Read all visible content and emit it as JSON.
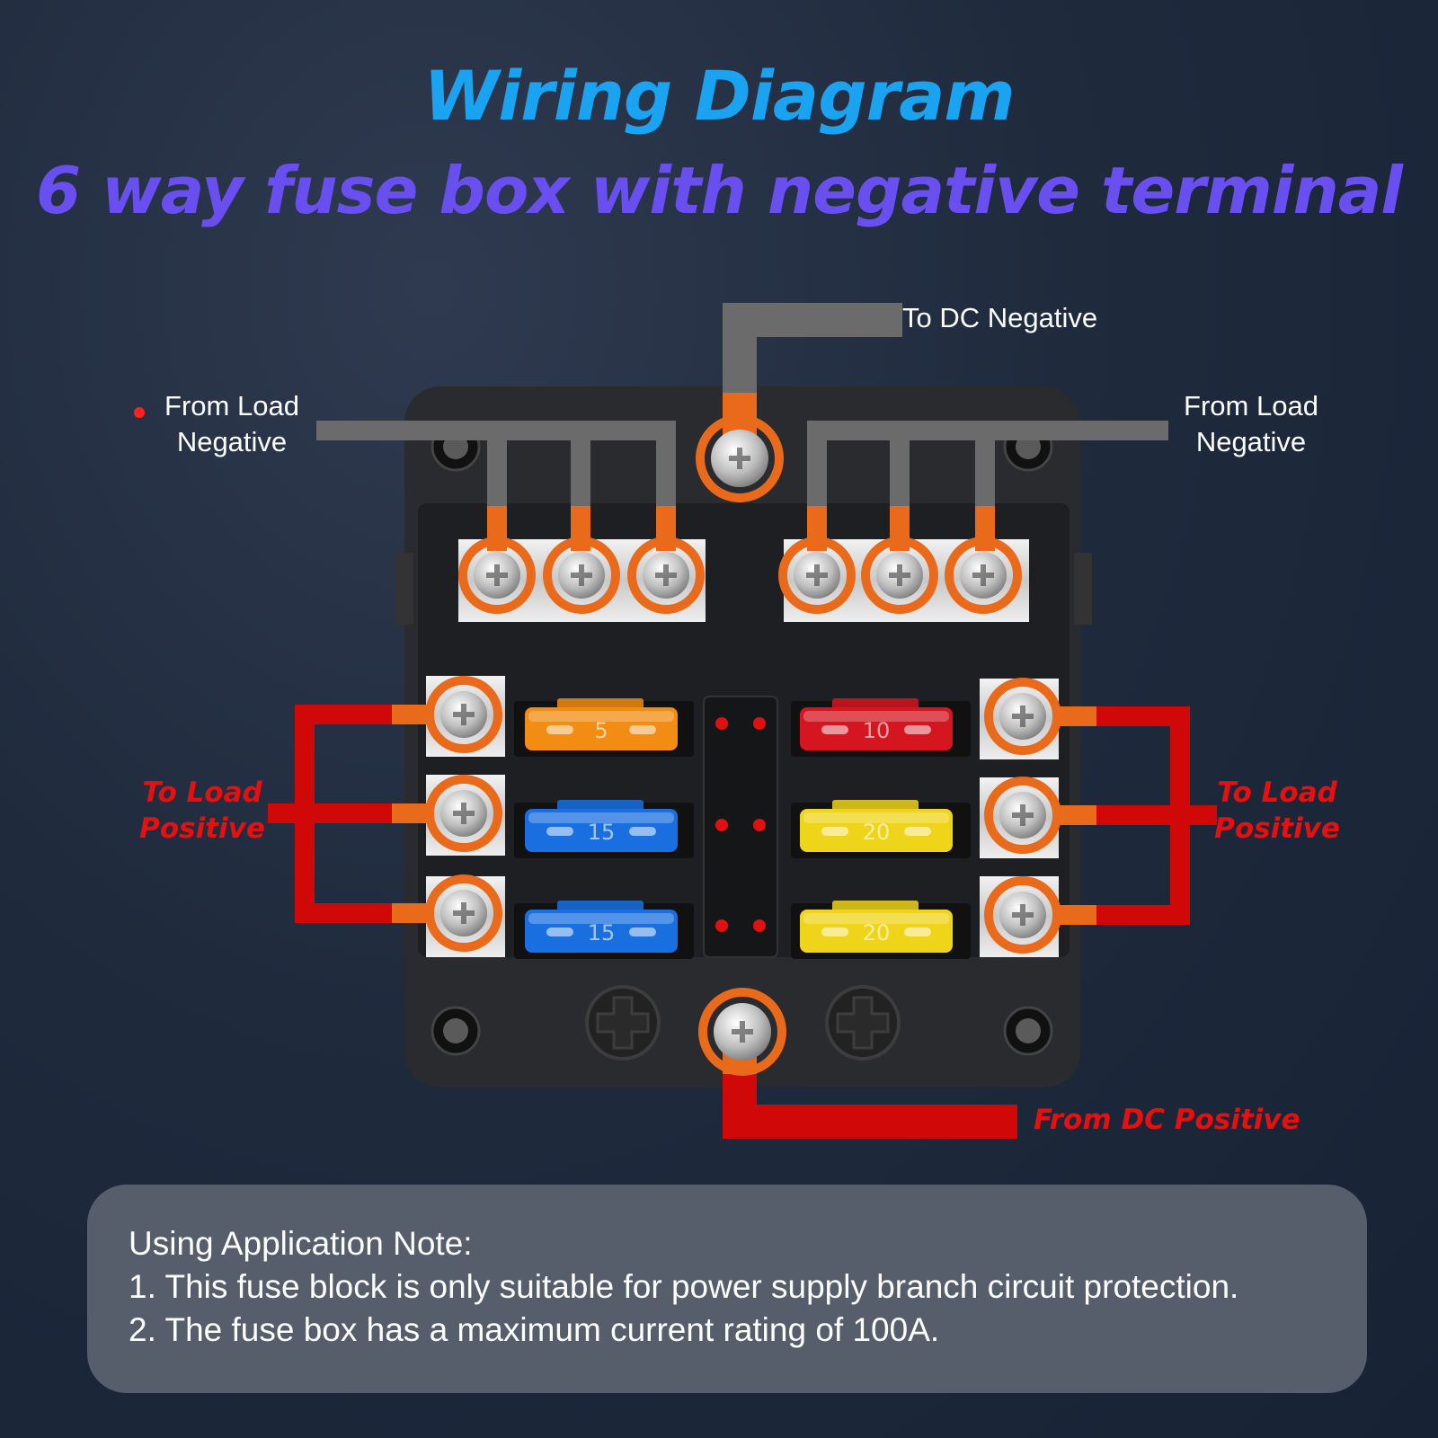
{
  "header": {
    "title": "Wiring Diagram",
    "subtitle": "6 way fuse box with negative terminal"
  },
  "labels": {
    "to_dc_negative": "To DC Negative",
    "from_load_negative_left": [
      "From Load",
      "Negative"
    ],
    "from_load_negative_right": [
      "From Load",
      "Negative"
    ],
    "to_load_positive_left": [
      "To Load",
      "Positive"
    ],
    "to_load_positive_right": [
      "To Load",
      "Positive"
    ],
    "from_dc_positive": "From DC Positive"
  },
  "fuses": {
    "left": [
      {
        "rating": "5",
        "color": "#f28c12"
      },
      {
        "rating": "15",
        "color": "#1a6fe0"
      },
      {
        "rating": "15",
        "color": "#1a6fe0"
      }
    ],
    "right": [
      {
        "rating": "10",
        "color": "#d51520"
      },
      {
        "rating": "20",
        "color": "#efd51a"
      },
      {
        "rating": "20",
        "color": "#efd51a"
      }
    ]
  },
  "colors": {
    "negative_wire": "#6b6b6b",
    "positive_wire": "#d00808",
    "terminal_ring": "#ea6a1c",
    "title": "#1aa3f0",
    "subtitle": "#6a4ff0"
  },
  "note": {
    "heading": "Using Application Note:",
    "lines": [
      "1. This fuse block is only suitable for power supply branch circuit protection.",
      "2. The fuse box has a maximum current rating of 100A."
    ]
  }
}
